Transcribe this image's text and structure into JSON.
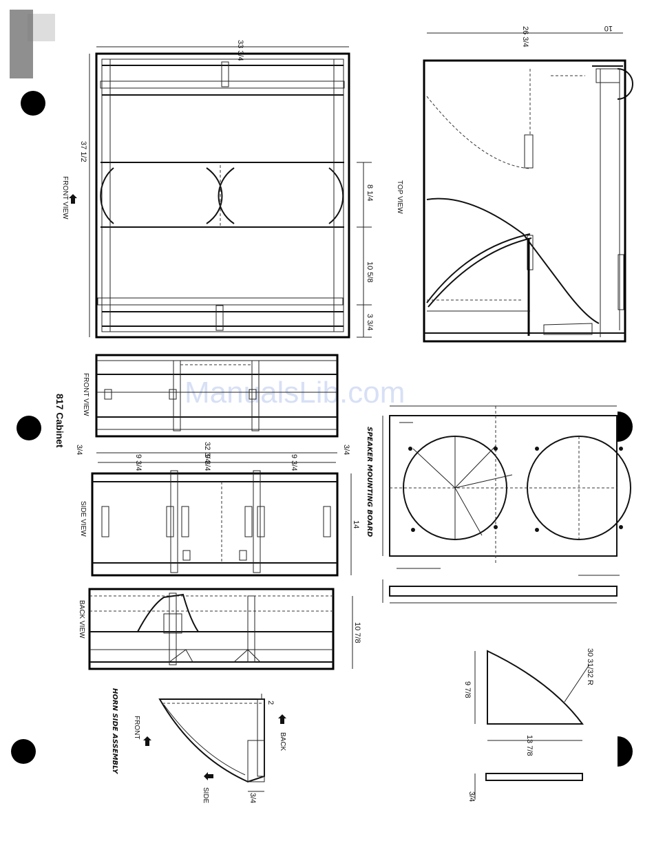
{
  "title": "817 Cabinet",
  "watermark": "ManualsLib.com",
  "views": {
    "front_top": "FRONT VIEW",
    "top": "TOP VIEW",
    "front_frame": "FRONT VIEW",
    "side": "SIDE VIEW",
    "back": "BACK VIEW",
    "speaker_board": "SPEAKER MOUNTING BOARD",
    "horn_side": "HORN SIDE ASSEMBLY"
  },
  "arrows": {
    "front": "FRONT",
    "back": "BACK",
    "side": "SIDE"
  },
  "dimensions": {
    "width_top": "33 3/4",
    "height_left": "37 1/2",
    "dim_a": "8 1/4",
    "dim_b": "10 5/8",
    "dim_c": "3 3/4",
    "top_width": "26 3/4",
    "top_edge": "10",
    "side_total": "32 3/4",
    "side_seg1": "9 3/4",
    "side_seg2": "9 3/4",
    "side_seg3": "9 3/4",
    "side_edge_l": "3/4",
    "side_edge_r": "3/4",
    "side_height": "14",
    "back_height": "10 7/8",
    "radius": "30 31/32 R",
    "rh_height": "9 7/8",
    "rh_base": "13 7/8",
    "rh_thick": "3/4",
    "horn_thick": "3/4",
    "horn_top": "2"
  }
}
